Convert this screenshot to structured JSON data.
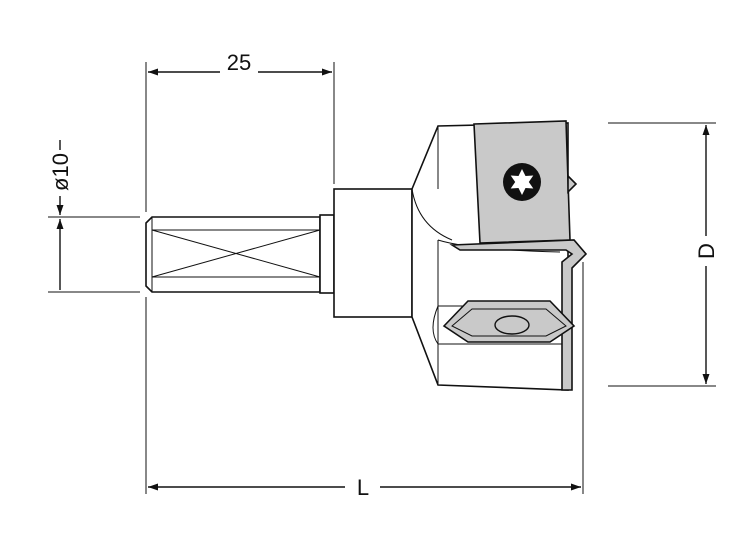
{
  "dimensions": {
    "shank_length": "25",
    "shank_diameter": "ø10",
    "cutting_diameter": "D",
    "overall_length": "L"
  },
  "colors": {
    "line": "#111111",
    "insert_fill": "#c9c9c9",
    "background": "#ffffff"
  },
  "icons": {
    "torx_screw": "torx-screw-icon"
  }
}
